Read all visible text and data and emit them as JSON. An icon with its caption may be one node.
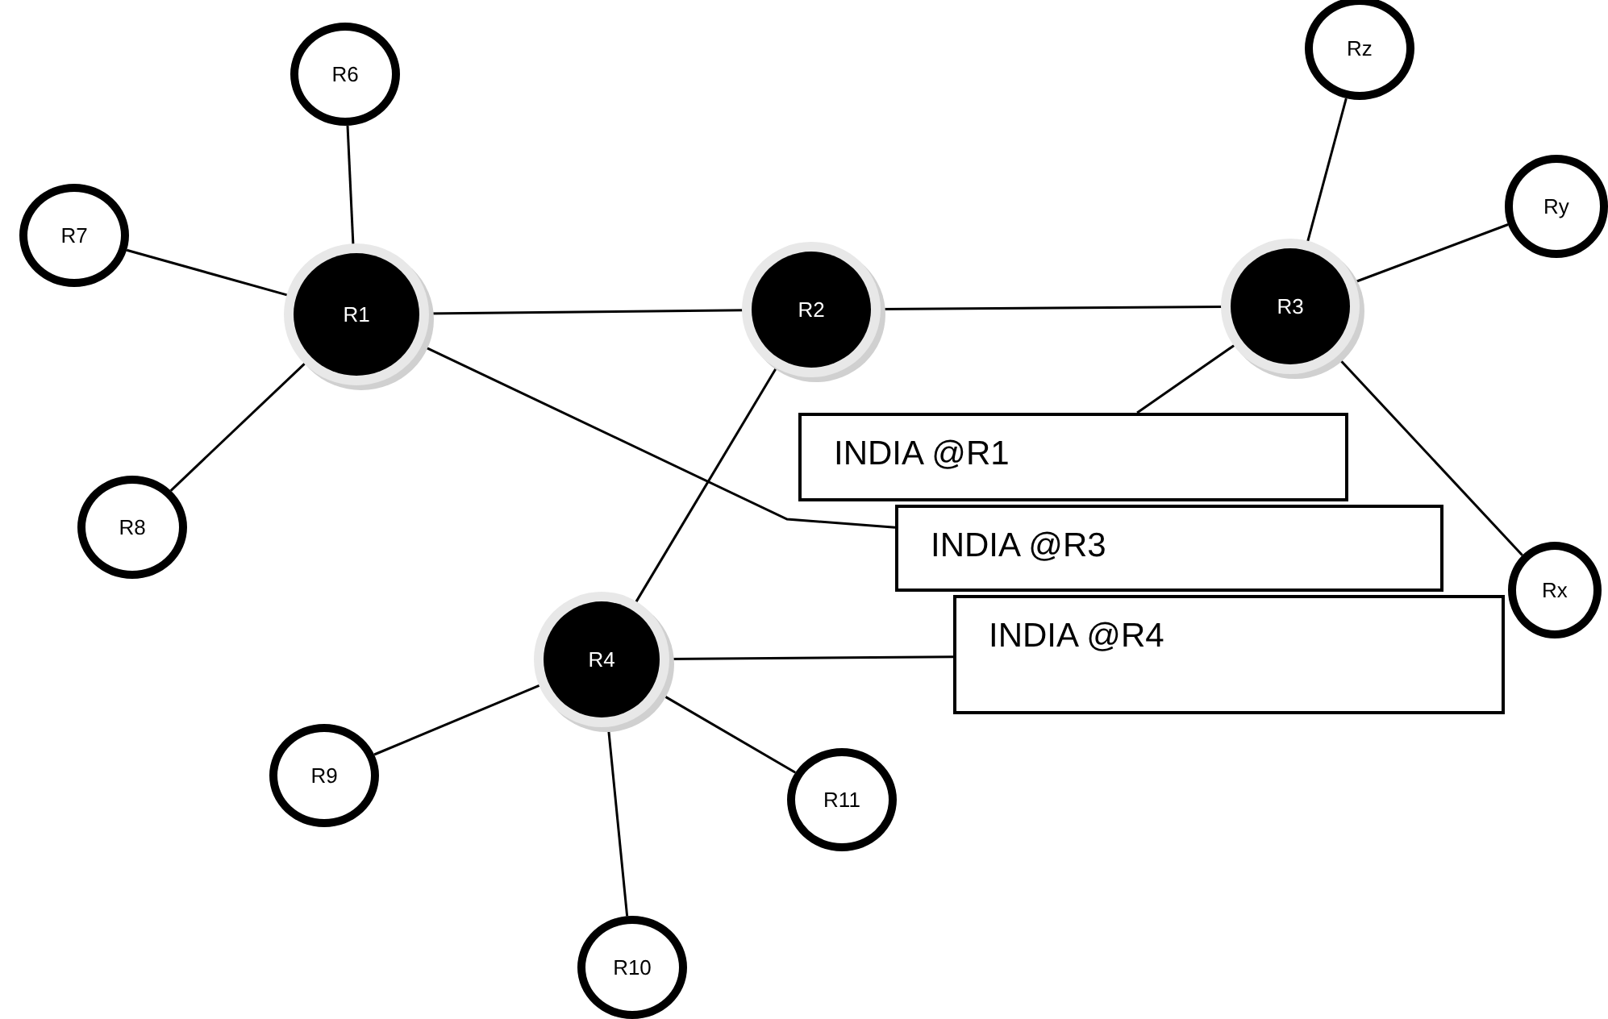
{
  "diagram": {
    "nodes": [
      {
        "text": [
          "R1"
        ]
      },
      {
        "text": [
          "R2"
        ]
      },
      {
        "text": [
          "R3"
        ]
      },
      {
        "text": [
          "R4"
        ]
      },
      {
        "text": [
          "R6"
        ]
      },
      {
        "text": [
          "R7"
        ]
      },
      {
        "text": [
          "R8"
        ]
      },
      {
        "text": [
          "Rz"
        ]
      },
      {
        "text": [
          "Ry"
        ]
      },
      {
        "text": [
          "Rx"
        ]
      },
      {
        "text": [
          "R9"
        ]
      },
      {
        "text": [
          "R10"
        ]
      },
      {
        "text": [
          "R11"
        ]
      },
      {
        "text": [
          "INDIA @R1"
        ]
      },
      {
        "text": [
          "INDIA @R3"
        ]
      },
      {
        "text": [
          "INDIA @R4"
        ]
      }
    ],
    "edges": [
      {
        "from": 0,
        "to": 4,
        "arrow": "none"
      },
      {
        "from": 0,
        "to": 5,
        "arrow": "none"
      },
      {
        "from": 0,
        "to": 6,
        "arrow": "none"
      },
      {
        "from": 0,
        "to": 1,
        "arrow": "none"
      },
      {
        "from": 0,
        "to": 14,
        "arrow": "none"
      },
      {
        "from": 1,
        "to": 2,
        "arrow": "none"
      },
      {
        "from": 1,
        "to": 3,
        "arrow": "none"
      },
      {
        "from": 2,
        "to": 7,
        "arrow": "none"
      },
      {
        "from": 2,
        "to": 8,
        "arrow": "none"
      },
      {
        "from": 2,
        "to": 9,
        "arrow": "none"
      },
      {
        "from": 2,
        "to": 13,
        "arrow": "none"
      },
      {
        "from": 3,
        "to": 10,
        "arrow": "none"
      },
      {
        "from": 3,
        "to": 11,
        "arrow": "none"
      },
      {
        "from": 3,
        "to": 12,
        "arrow": "none"
      },
      {
        "from": 3,
        "to": 15,
        "arrow": "none"
      }
    ]
  }
}
